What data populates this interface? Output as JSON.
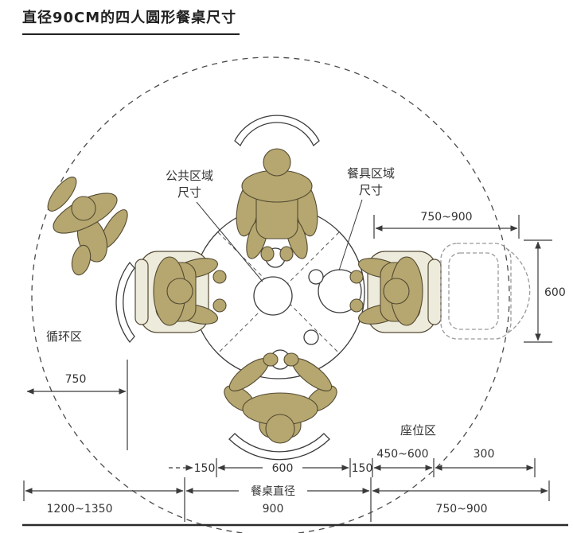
{
  "title": "直径90CM的四人圆形餐桌尺寸",
  "callouts": {
    "public_area": {
      "line1": "公共区域",
      "line2": "尺寸"
    },
    "tableware_area": {
      "line1": "餐具区域",
      "line2": "尺寸"
    }
  },
  "zone_labels": {
    "circulation": "循环区",
    "seating": "座位区"
  },
  "dimensions": {
    "chair_pullout_top": "750~900",
    "seat_span_right": "600",
    "circulation_left": "750",
    "table_edge_left": "150",
    "table_center_span": "600",
    "table_edge_right": "150",
    "seat_zone": "450~600",
    "rear_clearance": "300",
    "total_left": "1200~1350",
    "table_diameter_label": "餐桌直径",
    "table_diameter_value": "900",
    "total_right": "750~900"
  },
  "colors": {
    "figure": "#b5a76f",
    "cushion": "#edebdc",
    "line": "#3a3a3a",
    "ghost": "#9a9a9a"
  }
}
